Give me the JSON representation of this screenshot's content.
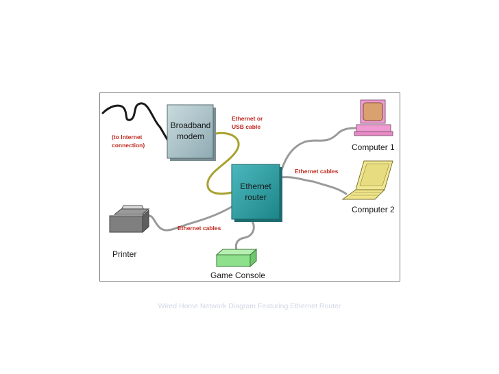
{
  "diagram": {
    "labels": {
      "internet_line1": "(to Internet",
      "internet_line2": "connection)",
      "modem_line1": "Broadband",
      "modem_line2": "modem",
      "ethernet_usb_line1": "Ethernet or",
      "ethernet_usb_line2": "USB cable",
      "router_line1": "Ethernet",
      "router_line2": "router",
      "cables_right": "Ethernet cables",
      "cables_left": "Ethernet cables",
      "computer1": "Computer 1",
      "computer2": "Computer 2",
      "printer": "Printer",
      "game_console": "Game Console"
    },
    "colors": {
      "modem_box": "#a9c2c8",
      "router_box": "#2f9ea3",
      "yellow_cable": "#a8a22e",
      "gray_cable": "#9a9a9a",
      "black_cable": "#1a1a1a",
      "label_red": "#c0281e",
      "console": "#8ee08c",
      "laptop": "#f1e793",
      "desktop_screen": "#d9a070",
      "desktop_base": "#ef9ad1"
    }
  },
  "caption": "Wired Home Network Diagram Featuring Ethernet Router"
}
